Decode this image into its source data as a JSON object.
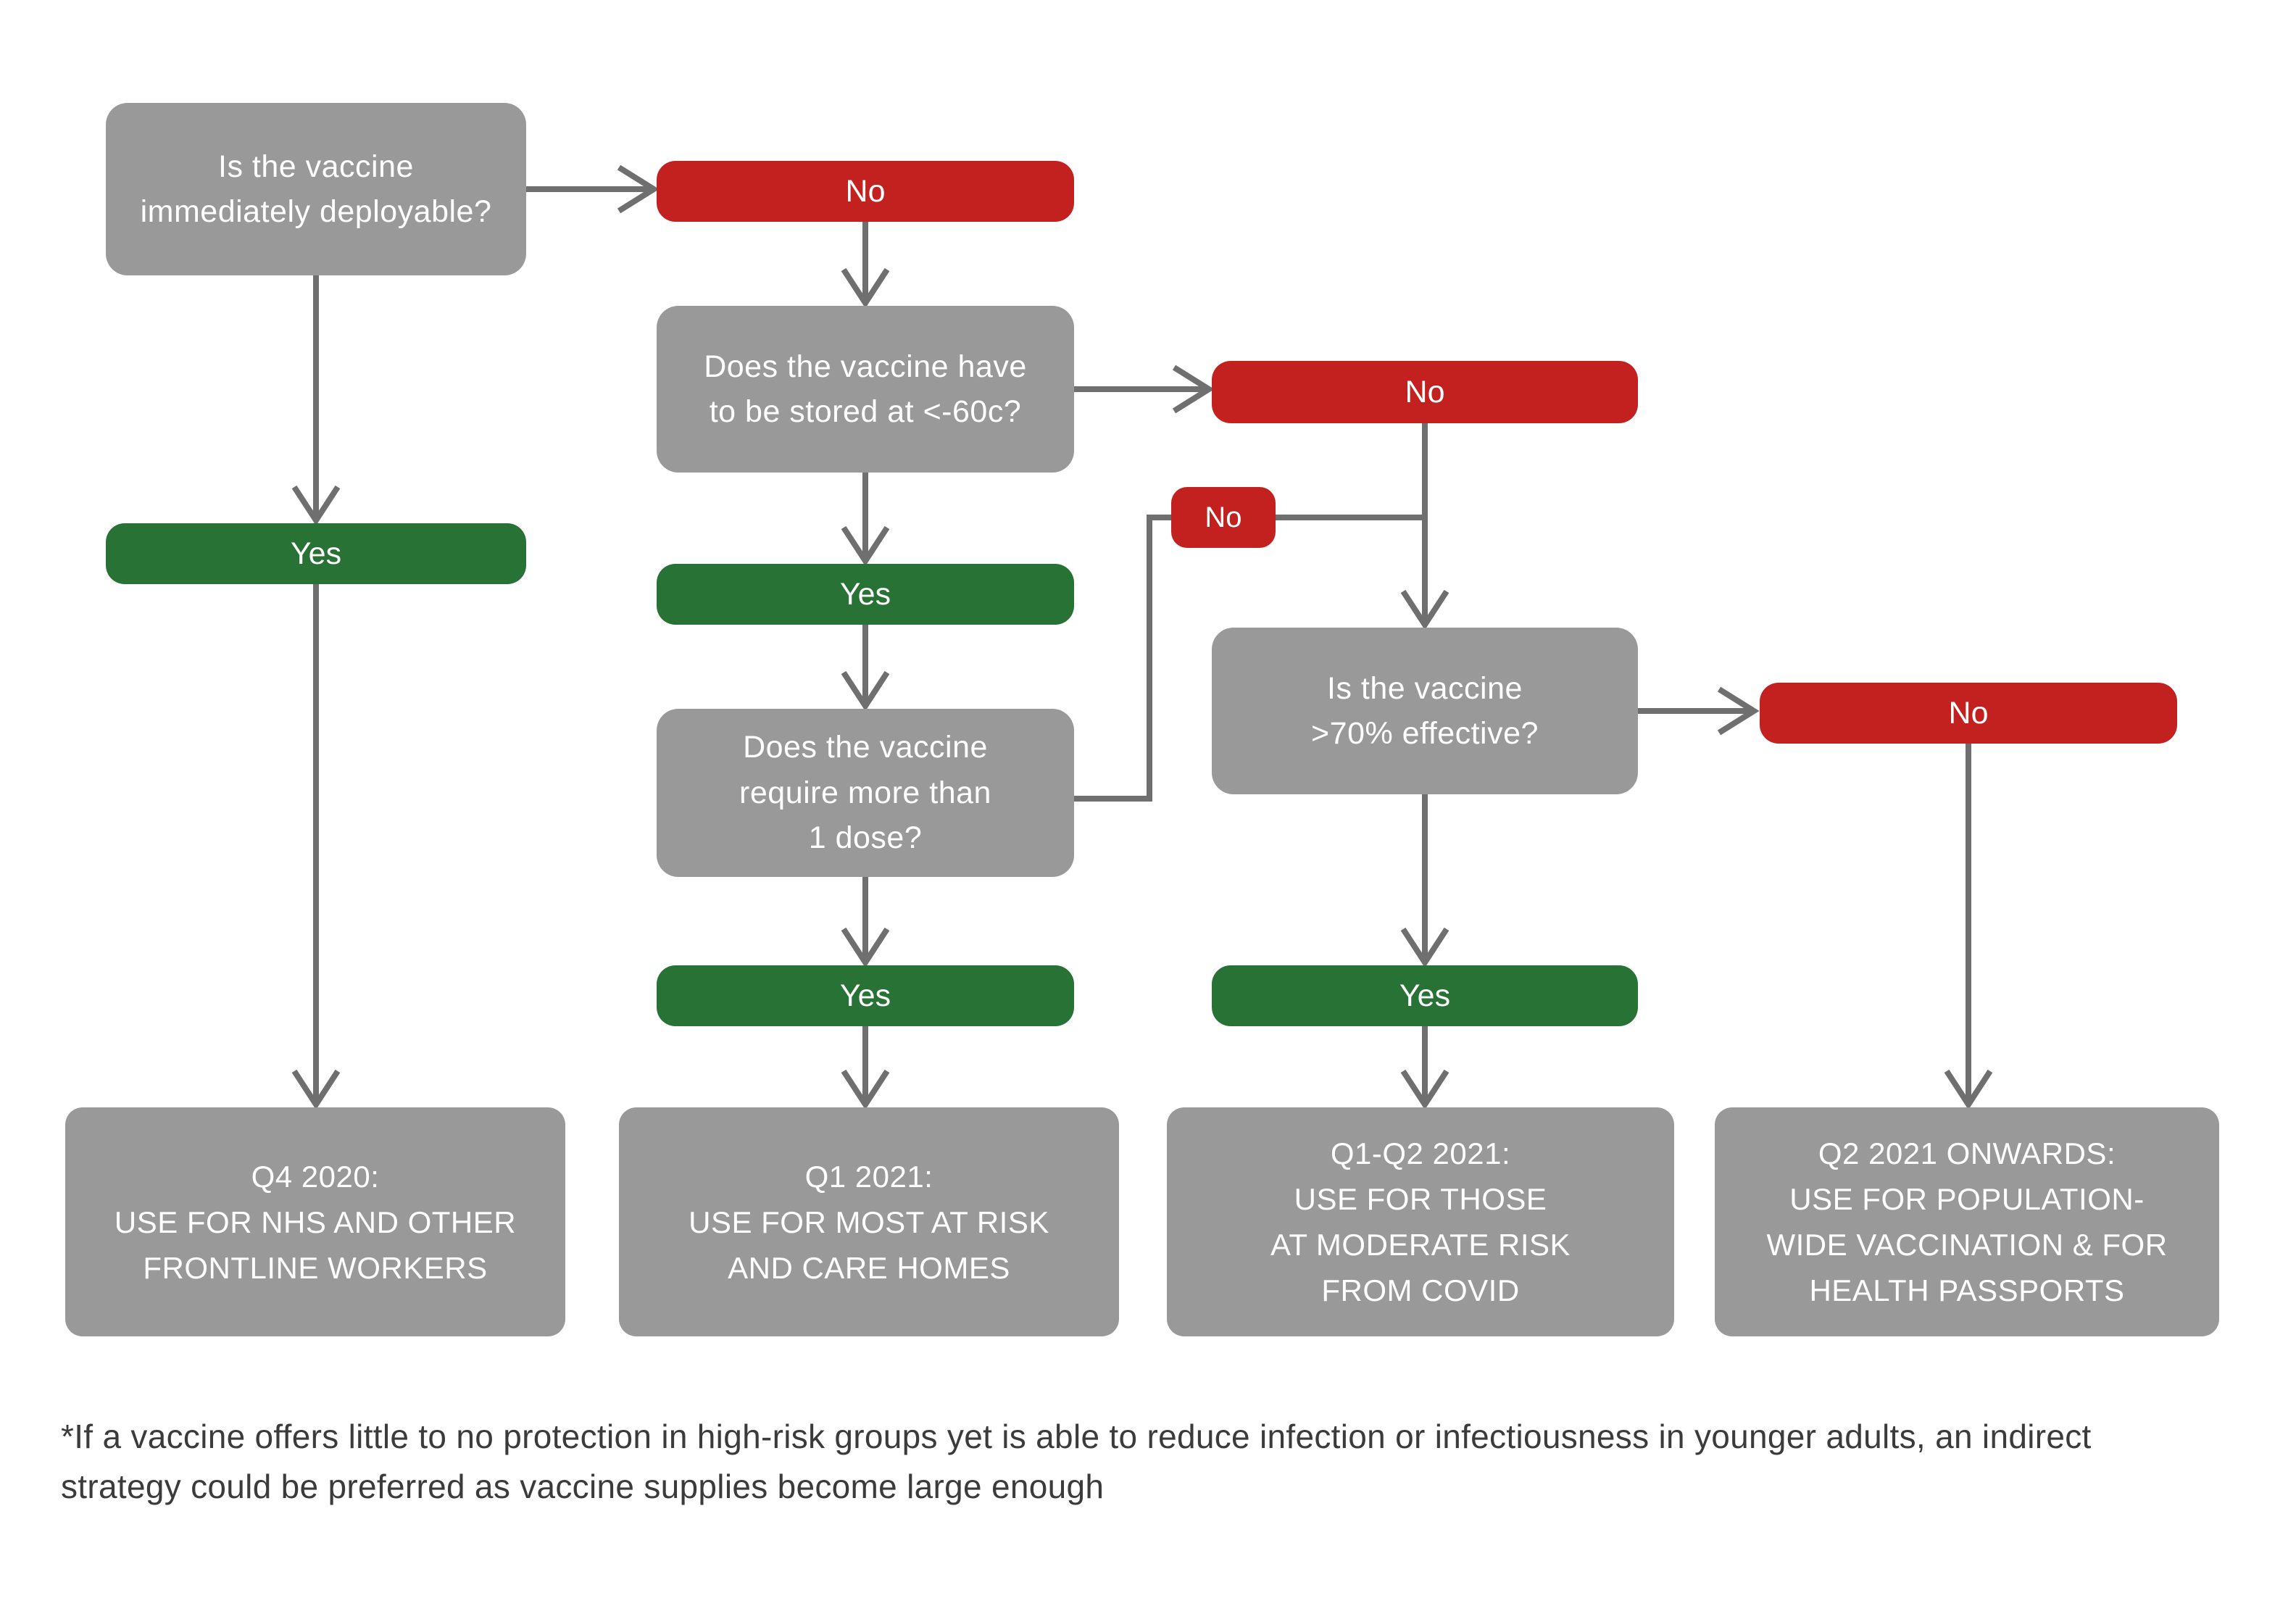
{
  "palette": {
    "node_gray": "#999999",
    "yes_green": "#277234",
    "no_red": "#C32120",
    "line_gray": "#6F6F6F",
    "footnote_color": "#3B3B3B"
  },
  "diagram": {
    "questions": {
      "deployable": "Is the vaccine\nimmediately deployable?",
      "storage": "Does the vaccine have\nto be stored at <-60c?",
      "doses": "Does the vaccine\nrequire more than\n1 dose?",
      "effective": "Is the vaccine\n>70% effective?"
    },
    "answers": {
      "yes": "Yes",
      "no": "No"
    },
    "outcomes": {
      "frontline": "Q4 2020:\nUSE FOR NHS AND OTHER\nFRONTLINE WORKERS",
      "most_at_risk": "Q1 2021:\nUSE FOR MOST AT RISK\nAND CARE HOMES",
      "moderate_risk": "Q1-Q2 2021:\nUSE FOR THOSE\nAT MODERATE RISK\nFROM COVID",
      "population_wide": "Q2 2021 ONWARDS:\nUSE FOR POPULATION-\nWIDE VACCINATION & FOR\nHEALTH PASSPORTS"
    },
    "footnote": "*If a vaccine offers little to no protection in high-risk groups yet is able to reduce infection or infectiousness in younger adults, an indirect\nstrategy could be preferred as vaccine supplies become large enough"
  }
}
